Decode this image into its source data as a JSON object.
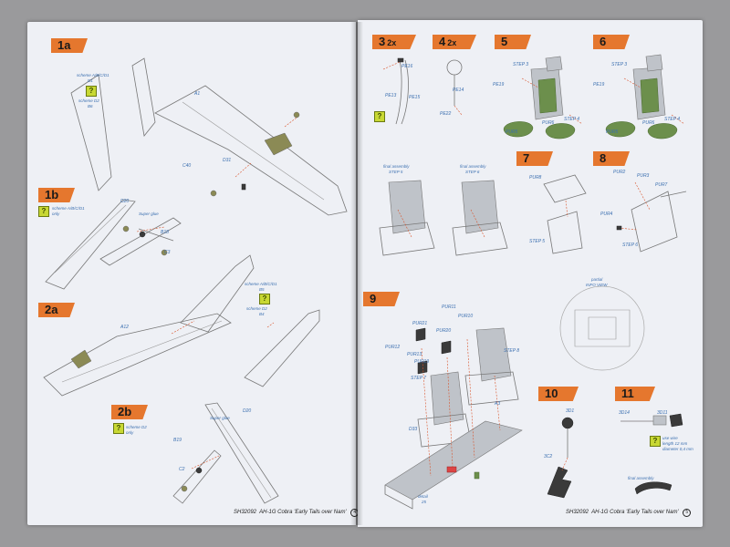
{
  "left_page": {
    "steps": [
      {
        "id": "1a",
        "label": "1a"
      },
      {
        "id": "1b",
        "label": "1b"
      },
      {
        "id": "2a",
        "label": "2a"
      },
      {
        "id": "2b",
        "label": "2b"
      }
    ],
    "labels": {
      "a1": "A1",
      "c40": "C40",
      "d31": "D31",
      "scheme_1a_l1": "scheme A/B/C/D1",
      "scheme_1a_l2": "D1",
      "scheme_1a_l3": "scheme D2",
      "scheme_1a_l4": "B6",
      "d20_1b": "D20",
      "super_glue_1b": "Super glue",
      "b18": "B18",
      "c3": "C3",
      "scheme_1b_l1": "scheme A/B/C/D1",
      "scheme_1b_l2": "only",
      "scheme_2a_l1": "scheme A/B/C/D1",
      "scheme_2a_l2": "B5",
      "scheme_2a_l3": "scheme D2",
      "scheme_2a_l4": "B4",
      "a12": "A12",
      "d20_2b": "D20",
      "super_glue_2b": "Super glue",
      "b19": "B19",
      "c2": "C2",
      "scheme_2b_l1": "scheme D2",
      "scheme_2b_l2": "only"
    },
    "footer_code": "SH32092",
    "footer_title": "AH-1G Cobra 'Early Tails over Nam'",
    "page_number": "4"
  },
  "right_page": {
    "steps": [
      {
        "id": "3",
        "label": "3",
        "multiplier": "2x"
      },
      {
        "id": "4",
        "label": "4",
        "multiplier": "2x"
      },
      {
        "id": "5",
        "label": "5"
      },
      {
        "id": "6",
        "label": "6"
      },
      {
        "id": "7",
        "label": "7"
      },
      {
        "id": "8",
        "label": "8"
      },
      {
        "id": "9",
        "label": "9"
      },
      {
        "id": "10",
        "label": "10"
      },
      {
        "id": "11",
        "label": "11"
      }
    ],
    "labels": {
      "pe16": "PE16",
      "pe13": "PE13",
      "pe15": "PE15",
      "pe14": "PE14",
      "pe22": "PE22",
      "step3_s5": "STEP 3",
      "pe19_s5": "PE19",
      "pur6_s5": "PUR6",
      "pur5_s5": "PUR5",
      "step4_s5": "STEP 4",
      "step3_s6": "STEP 3",
      "pe19_s6": "PE19",
      "pur6_s6": "PUR6",
      "pur5_s6": "PUR5",
      "step4_s6": "STEP 4",
      "final_l1_a": "final assembly",
      "final_l2_a": "STEP 5",
      "final_l1_b": "final assembly",
      "final_l2_b": "STEP 6",
      "pur8": "PUR8",
      "step5_s7": "STEP 5",
      "pur2": "PUR2",
      "pur3": "PUR3",
      "pur7": "PUR7",
      "pur4": "PUR4",
      "step6_s8": "STEP 6",
      "pur21": "PUR21",
      "pur11": "PUR11",
      "pur10": "PUR10",
      "pur20": "PUR20",
      "pur12": "PUR12",
      "pur13": "PUR13",
      "pur19": "PUR19",
      "step7": "STEP 7",
      "step8": "STEP 8",
      "a3": "A3",
      "d33": "D33",
      "detail_l1": "detail",
      "detail_l2": "25",
      "rear_view_l1": "partial",
      "rear_view_l2": "INFO VIEW",
      "sd1_10": "3D1",
      "sd2_10": "3C2",
      "sd14": "3D14",
      "sd11": "3D11",
      "wire_l1": "use wire",
      "wire_l2": "length 12 mm",
      "wire_l3": "diameter 0,4 mm",
      "final_11": "final assembly"
    },
    "footer_code": "SH32092",
    "footer_title": "AH-1G Cobra 'Early Tails over Nam'",
    "page_number": "5"
  },
  "colors": {
    "step_tag": "#e5772e",
    "part_label": "#3b6fb0",
    "help_badge": "#c8d833",
    "seat_green": "#6c8f4c"
  }
}
